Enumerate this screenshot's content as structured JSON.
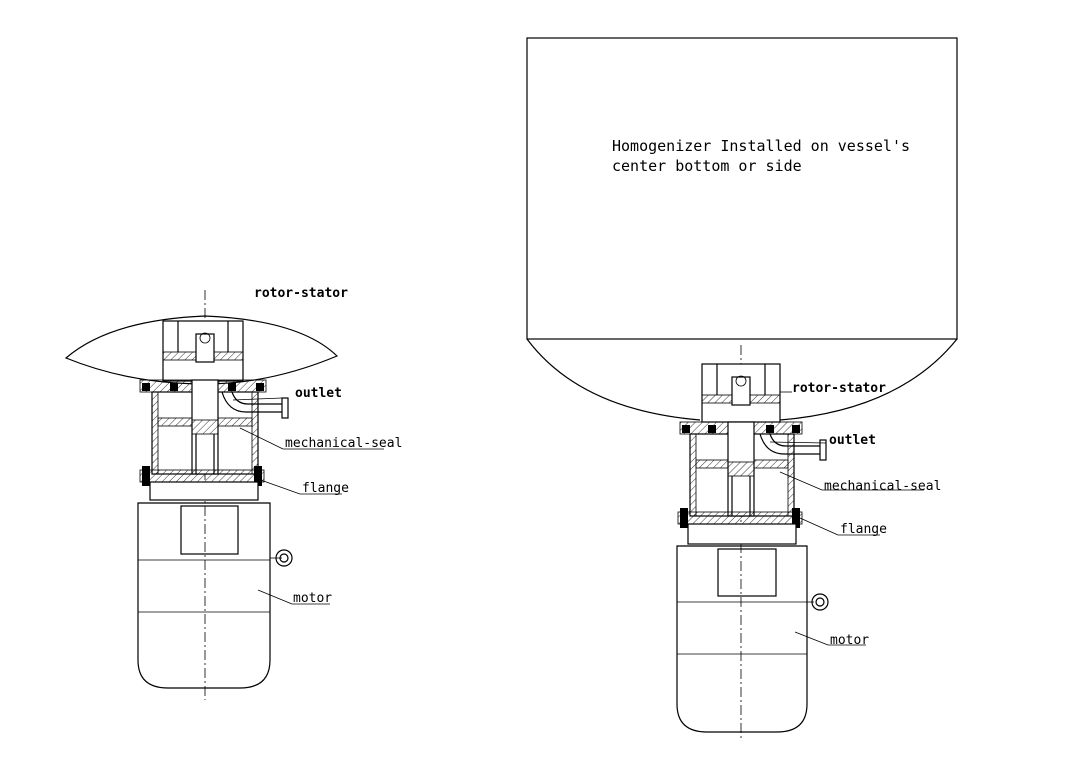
{
  "left_assembly": {
    "rotor_stator": "rotor-stator",
    "outlet": "outlet",
    "mechanical_seal": "mechanical-seal",
    "flange": "flange",
    "motor": "motor"
  },
  "right_assembly": {
    "vessel_note_line1": "Homogenizer Installed on vessel's",
    "vessel_note_line2": "center bottom or side",
    "rotor_stator": "rotor-stator",
    "outlet": "outlet",
    "mechanical_seal": "mechanical-seal",
    "flange": "flange",
    "motor": "motor"
  }
}
